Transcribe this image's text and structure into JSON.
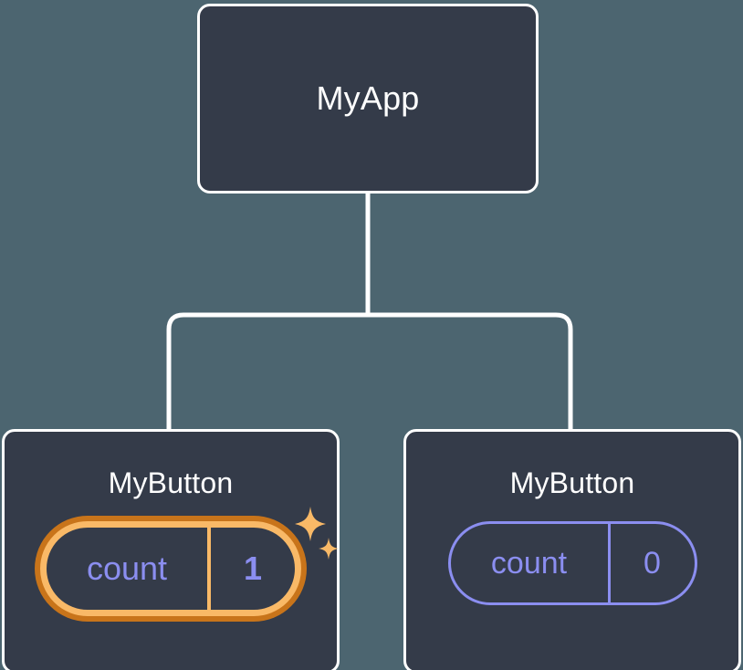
{
  "diagram": {
    "type": "component-tree",
    "background_color": "#4c6570",
    "card_color": "#343b49",
    "connector_color": "#ffffff",
    "accent_highlight_color": "#f9b967",
    "accent_highlight_glow_color": "#c8741a",
    "state_color": "#8b8ef0",
    "root": {
      "title": "MyApp"
    },
    "children": [
      {
        "title": "MyButton",
        "state": {
          "key": "count",
          "value": "1"
        },
        "highlighted": true,
        "sparkle_icons": 2
      },
      {
        "title": "MyButton",
        "state": {
          "key": "count",
          "value": "0"
        },
        "highlighted": false,
        "sparkle_icons": 0
      }
    ]
  }
}
